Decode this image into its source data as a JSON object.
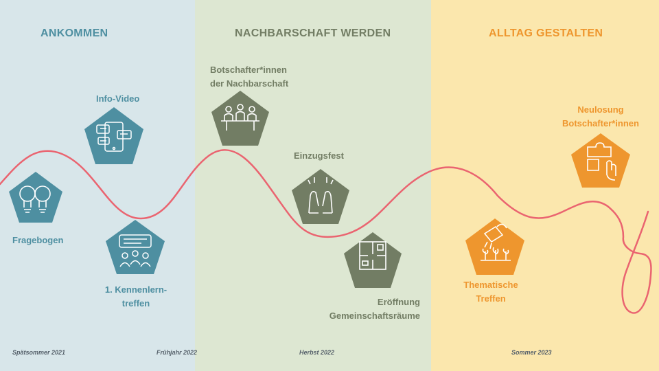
{
  "phases": [
    {
      "title": "ANKOMMEN",
      "color": "#4e8fa1",
      "bg": "#d8e6ea"
    },
    {
      "title": "NACHBARSCHAFT WERDEN",
      "color": "#727d64",
      "bg": "#dde7d2"
    },
    {
      "title": "ALLTAG GESTALTEN",
      "color": "#ee962e",
      "bg": "#fbe7ad"
    }
  ],
  "milestones": [
    {
      "id": "fragebogen",
      "label": "Fragebogen",
      "icon": "lightbulbs-icon",
      "phase": "ANKOMMEN"
    },
    {
      "id": "info-video",
      "label": "Info-Video",
      "icon": "devices-chat-icon",
      "phase": "ANKOMMEN"
    },
    {
      "id": "kennenlerntreffen",
      "label_line1": "1. Kennenlern-",
      "label_line2": "treffen",
      "icon": "group-meeting-icon",
      "phase": "ANKOMMEN"
    },
    {
      "id": "botschafter",
      "label_line1": "Botschafter*innen",
      "label_line2": "der Nachbarschaft",
      "icon": "people-table-icon",
      "phase": "NACHBARSCHAFT WERDEN"
    },
    {
      "id": "einzugsfest",
      "label": "Einzugsfest",
      "icon": "high-five-icon",
      "phase": "NACHBARSCHAFT WERDEN"
    },
    {
      "id": "eroeffnung",
      "label_line1": "Eröffnung",
      "label_line2": "Gemeinschaftsräume",
      "icon": "floor-plan-icon",
      "phase": "NACHBARSCHAFT WERDEN"
    },
    {
      "id": "thematische-treffen",
      "label_line1": "Thematische",
      "label_line2": "Treffen",
      "icon": "watering-plants-icon",
      "phase": "ALLTAG GESTALTEN"
    },
    {
      "id": "neulosung",
      "label_line1": "Neulosung",
      "label_line2": "Botschafter*innen",
      "icon": "puzzle-hand-icon",
      "phase": "ALLTAG GESTALTEN"
    }
  ],
  "dates": [
    "Spätsommer 2021",
    "Frühjahr 2022",
    "Herbst 2022",
    "Sommer 2023"
  ],
  "colors": {
    "curve": "#ea6470",
    "blue": "#4e8fa1",
    "green": "#727d64",
    "orange": "#ee962e"
  }
}
